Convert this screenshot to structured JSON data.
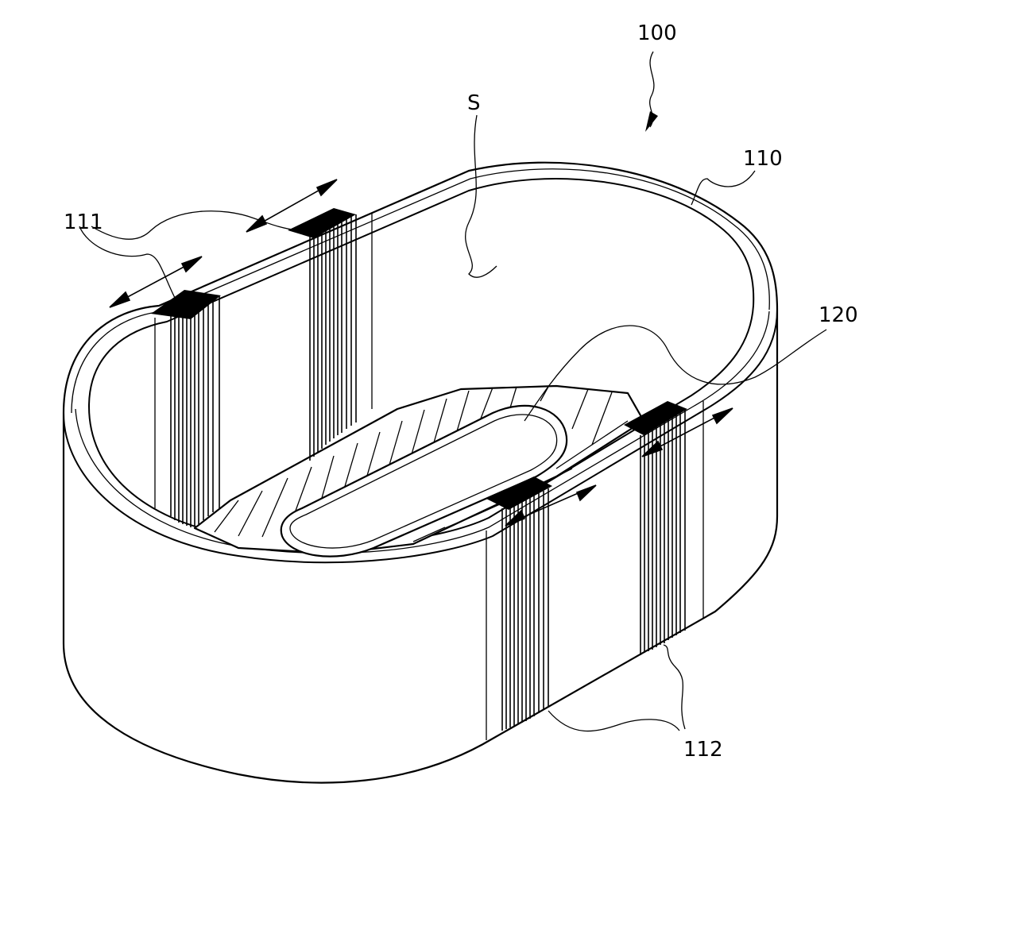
{
  "figure": {
    "labels": {
      "assembly": "100",
      "outer_core": "110",
      "inner_core": "120",
      "space": "S",
      "upper_laminations": "111",
      "lower_laminations": "112"
    }
  }
}
